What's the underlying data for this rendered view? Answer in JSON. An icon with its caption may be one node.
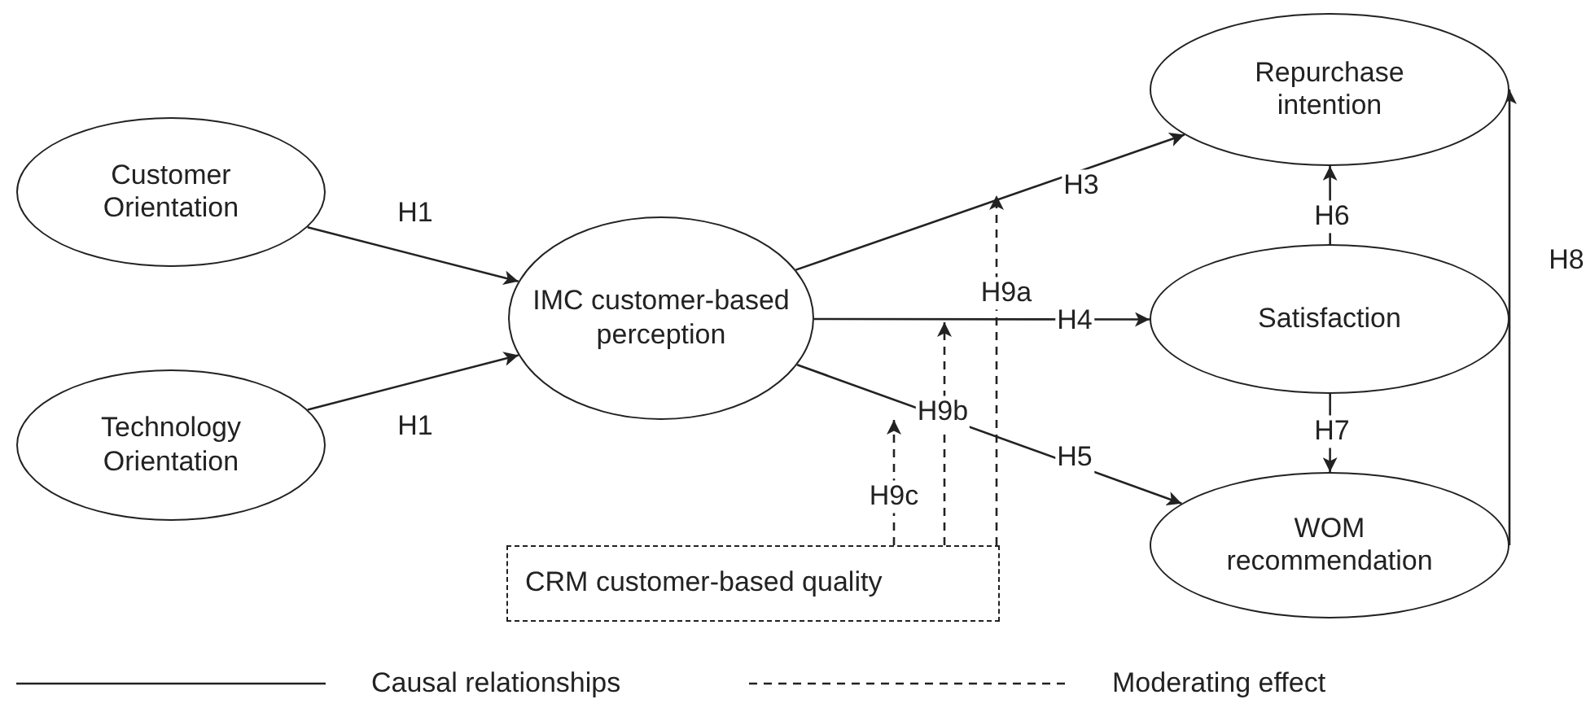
{
  "diagram": {
    "nodes": [
      {
        "text": [
          "Customer Orientation"
        ]
      },
      {
        "text": [
          "Technology Orientation"
        ]
      },
      {
        "text": [
          "IMC customer-based perception"
        ]
      },
      {
        "text": [
          "Repurchase intention"
        ]
      },
      {
        "text": [
          "Satisfaction"
        ]
      },
      {
        "text": [
          "WOM recommendation"
        ]
      },
      {
        "text": [
          "CRM customer-based quality"
        ]
      }
    ],
    "edges": [
      {
        "from": 0,
        "to": 2,
        "arrow": "to",
        "label": "H1"
      },
      {
        "from": 1,
        "to": 2,
        "arrow": "to",
        "label": "H1"
      },
      {
        "from": 2,
        "to": 3,
        "arrow": "to",
        "label": "H3"
      },
      {
        "from": 2,
        "to": 4,
        "arrow": "to",
        "label": "H4"
      },
      {
        "from": 2,
        "to": 5,
        "arrow": "to",
        "label": "H5"
      },
      {
        "from": 4,
        "to": 3,
        "arrow": "to",
        "label": "H6"
      },
      {
        "from": 4,
        "to": 5,
        "arrow": "to",
        "label": "H7"
      },
      {
        "from": 5,
        "to": 3,
        "arrow": "to",
        "label": "H8"
      },
      {
        "from": 6,
        "to": null,
        "arrow": "to",
        "label": "H9a",
        "style": "dashed"
      },
      {
        "from": 6,
        "to": null,
        "arrow": "to",
        "label": "H9b",
        "style": "dashed"
      },
      {
        "from": 6,
        "to": null,
        "arrow": "to",
        "label": "H9c",
        "style": "dashed"
      }
    ],
    "legend": [
      {
        "text": "Causal relationships"
      },
      {
        "text": "Moderating effect"
      }
    ]
  }
}
